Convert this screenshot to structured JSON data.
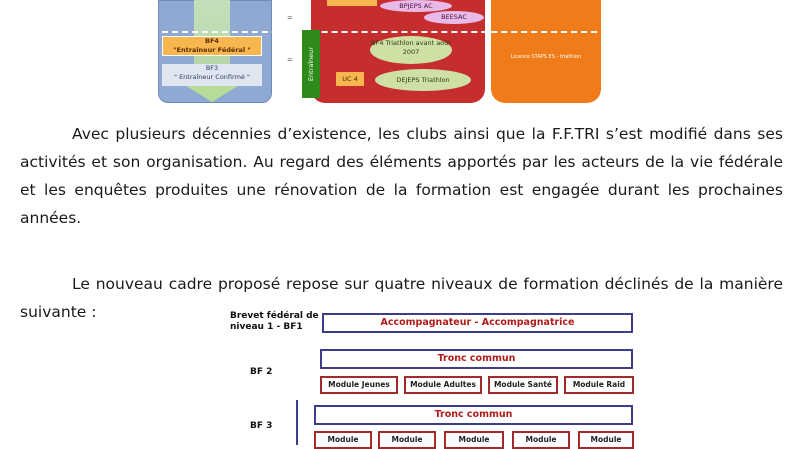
{
  "top_diagram": {
    "bf4_label": "BF4",
    "bf4_sub": "\"Entraîneur Fédéral \"",
    "bf3_label": "BF3",
    "bf3_sub": "\" Entraîneur Confirmé \"",
    "bpjeps": "BPJEPS AC",
    "beesac": "BEESAC",
    "bf4_triathlon": "BF4 Triathlon avant août 2007",
    "entraineur": "Entraîneur",
    "uc4": "UC 4",
    "dejeps": "DEJEPS Triathlon",
    "licence": "Licence STAPS ES - triathlon",
    "eq1": "=",
    "eq2": "="
  },
  "paragraph1": "Avec plusieurs décennies d’existence, les clubs ainsi que la F.F.TRI s’est modifié dans ses activités et son organisation. Au regard des éléments apportés par les acteurs de la vie fédérale et les enquêtes produites une rénovation de la formation est engagée durant les prochaines années.",
  "paragraph2": "Le nouveau cadre proposé repose sur quatre niveaux de formation déclinés de la manière suivante :",
  "bottom_diagram": {
    "bf1_label": "Brevet fédéral de niveau 1 - BF1",
    "bf1_box": "Accompagnateur - Accompagnatrice",
    "bf2_label": "BF 2",
    "bf2_tronc": "Tronc commun",
    "bf2_modules": [
      "Module Jeunes",
      "Module Adultes",
      "Module Santé",
      "Module Raid"
    ],
    "bf3_label": "BF 3",
    "bf3_tronc": "Tronc commun",
    "bf3_modules": [
      "Module",
      "Module",
      "Module",
      "Module",
      "Module"
    ]
  }
}
